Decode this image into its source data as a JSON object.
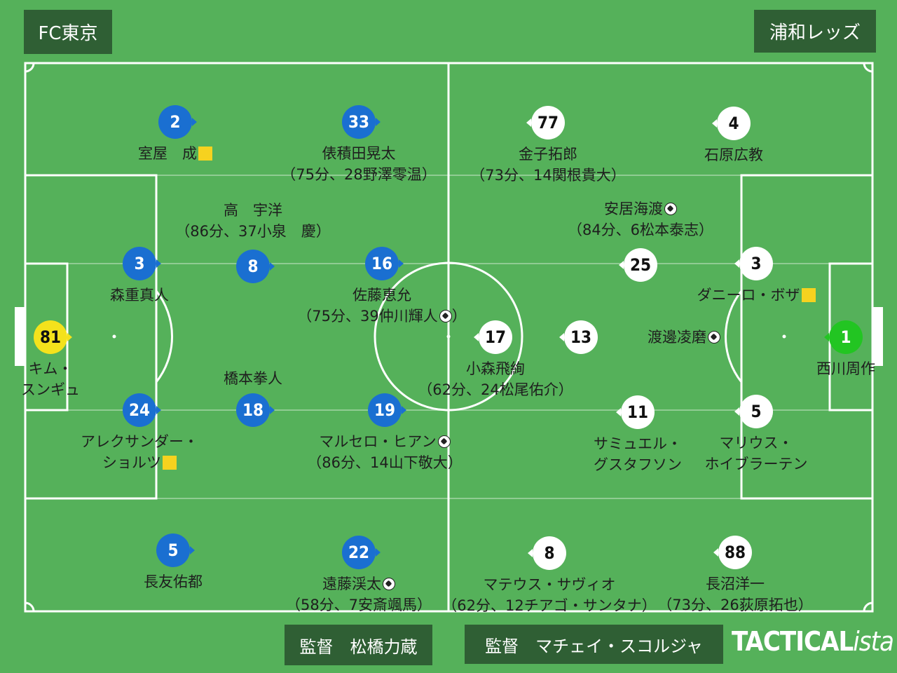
{
  "home": {
    "team_name": "FC東京",
    "coach_label": "監督　松橋力蔵",
    "color": "#1a6fd1",
    "gk_color": "#f4e21c",
    "players": [
      {
        "number": "81",
        "name": "キム・\nスンギュ",
        "gk": true
      },
      {
        "number": "3",
        "name": "森重真人"
      },
      {
        "number": "24",
        "name": "アレクサンダー・\nショルツ",
        "card": true
      },
      {
        "number": "2",
        "name": "室屋　成",
        "card": true
      },
      {
        "number": "5",
        "name": "長友佑都"
      },
      {
        "number": "8",
        "name": "高　宇洋",
        "sub": "（86分、37小泉　慶）"
      },
      {
        "number": "18",
        "name": "橋本拳人"
      },
      {
        "number": "33",
        "name": "俵積田晃太",
        "sub": "（75分、28野澤零温）"
      },
      {
        "number": "16",
        "name": "佐藤恵允",
        "sub": "（75分、39仲川輝人",
        "sub_goal": true,
        "sub_end": "）"
      },
      {
        "number": "19",
        "name": "マルセロ・ヒアン",
        "goal": true,
        "sub": "（86分、14山下敬大）"
      },
      {
        "number": "22",
        "name": "遠藤渓太",
        "goal": true,
        "sub": "（58分、7安斎颯馬）"
      }
    ]
  },
  "away": {
    "team_name": "浦和レッズ",
    "coach_label": "監督　マチェイ・スコルジャ",
    "color": "#ffffff",
    "gk_color": "#22c522",
    "players": [
      {
        "number": "1",
        "name": "西川周作",
        "gk": true
      },
      {
        "number": "3",
        "name": "ダニーロ・ボザ",
        "card": true
      },
      {
        "number": "5",
        "name": "マリウス・\nホイブラーテン"
      },
      {
        "number": "4",
        "name": "石原広教"
      },
      {
        "number": "88",
        "name": "長沼洋一",
        "sub": "（73分、26荻原拓也）"
      },
      {
        "number": "25",
        "name": "安居海渡",
        "goal": true,
        "sub": "（84分、6松本泰志）"
      },
      {
        "number": "11",
        "name": "サミュエル・\nグスタフソン"
      },
      {
        "number": "77",
        "name": "金子拓郎",
        "sub": "（73分、14関根貴大）"
      },
      {
        "number": "13",
        "name": "渡邊凌磨",
        "goal": true
      },
      {
        "number": "8",
        "name": "マテウス・サヴィオ",
        "sub": "（62分、12チアゴ・サンタナ）"
      },
      {
        "number": "17",
        "name": "小森飛絢",
        "sub": "（62分、24松尾佑介）"
      }
    ]
  },
  "brand": {
    "logo_main": "TACTICAL",
    "logo_suffix": "ista"
  },
  "colors": {
    "pitch": "#55b15a",
    "panel": "#2f5f34",
    "line": "#ffffff",
    "card": "#f6d21f"
  }
}
